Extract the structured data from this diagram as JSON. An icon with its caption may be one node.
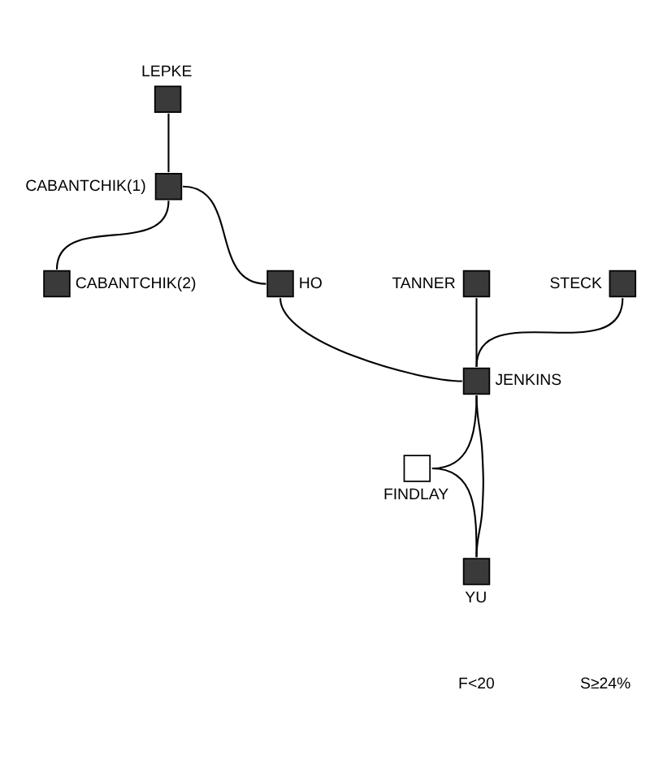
{
  "diagram": {
    "nodes": [
      {
        "text": [],
        "shape": "box",
        "beside": [
          "LEPKE"
        ]
      },
      {
        "text": [],
        "shape": "box",
        "beside": [
          "CABANTCHIK(1)"
        ]
      },
      {
        "text": [],
        "shape": "box",
        "beside": [
          "TANNER"
        ]
      },
      {
        "text": [],
        "shape": "box",
        "beside": [
          "CABANTCHIK(2)"
        ]
      },
      {
        "text": [],
        "shape": "box",
        "beside": [
          "HO"
        ]
      },
      {
        "text": [],
        "shape": "box",
        "beside": [
          "STECK"
        ]
      },
      {
        "text": [],
        "shape": "box",
        "beside": [
          "JENKINS"
        ]
      },
      {
        "text": [],
        "shape": "box",
        "beside": [
          "FINDLAY"
        ]
      },
      {
        "text": [],
        "shape": "box",
        "beside": [
          "YU"
        ]
      }
    ],
    "edges": [
      {
        "from": 0,
        "to": 1,
        "arrow": "none"
      },
      {
        "from": 1,
        "to": 3,
        "arrow": "none"
      },
      {
        "from": 1,
        "to": 4,
        "arrow": "none"
      },
      {
        "from": 4,
        "to": 6,
        "arrow": "none"
      },
      {
        "from": 2,
        "to": 6,
        "arrow": "none"
      },
      {
        "from": 5,
        "to": 6,
        "arrow": "none"
      },
      {
        "from": 6,
        "to": 7,
        "arrow": "none"
      },
      {
        "from": 6,
        "to": 8,
        "arrow": "none"
      },
      {
        "from": 7,
        "to": 8,
        "arrow": "none"
      }
    ],
    "labels": [
      "F<20",
      "S≥24%"
    ]
  }
}
